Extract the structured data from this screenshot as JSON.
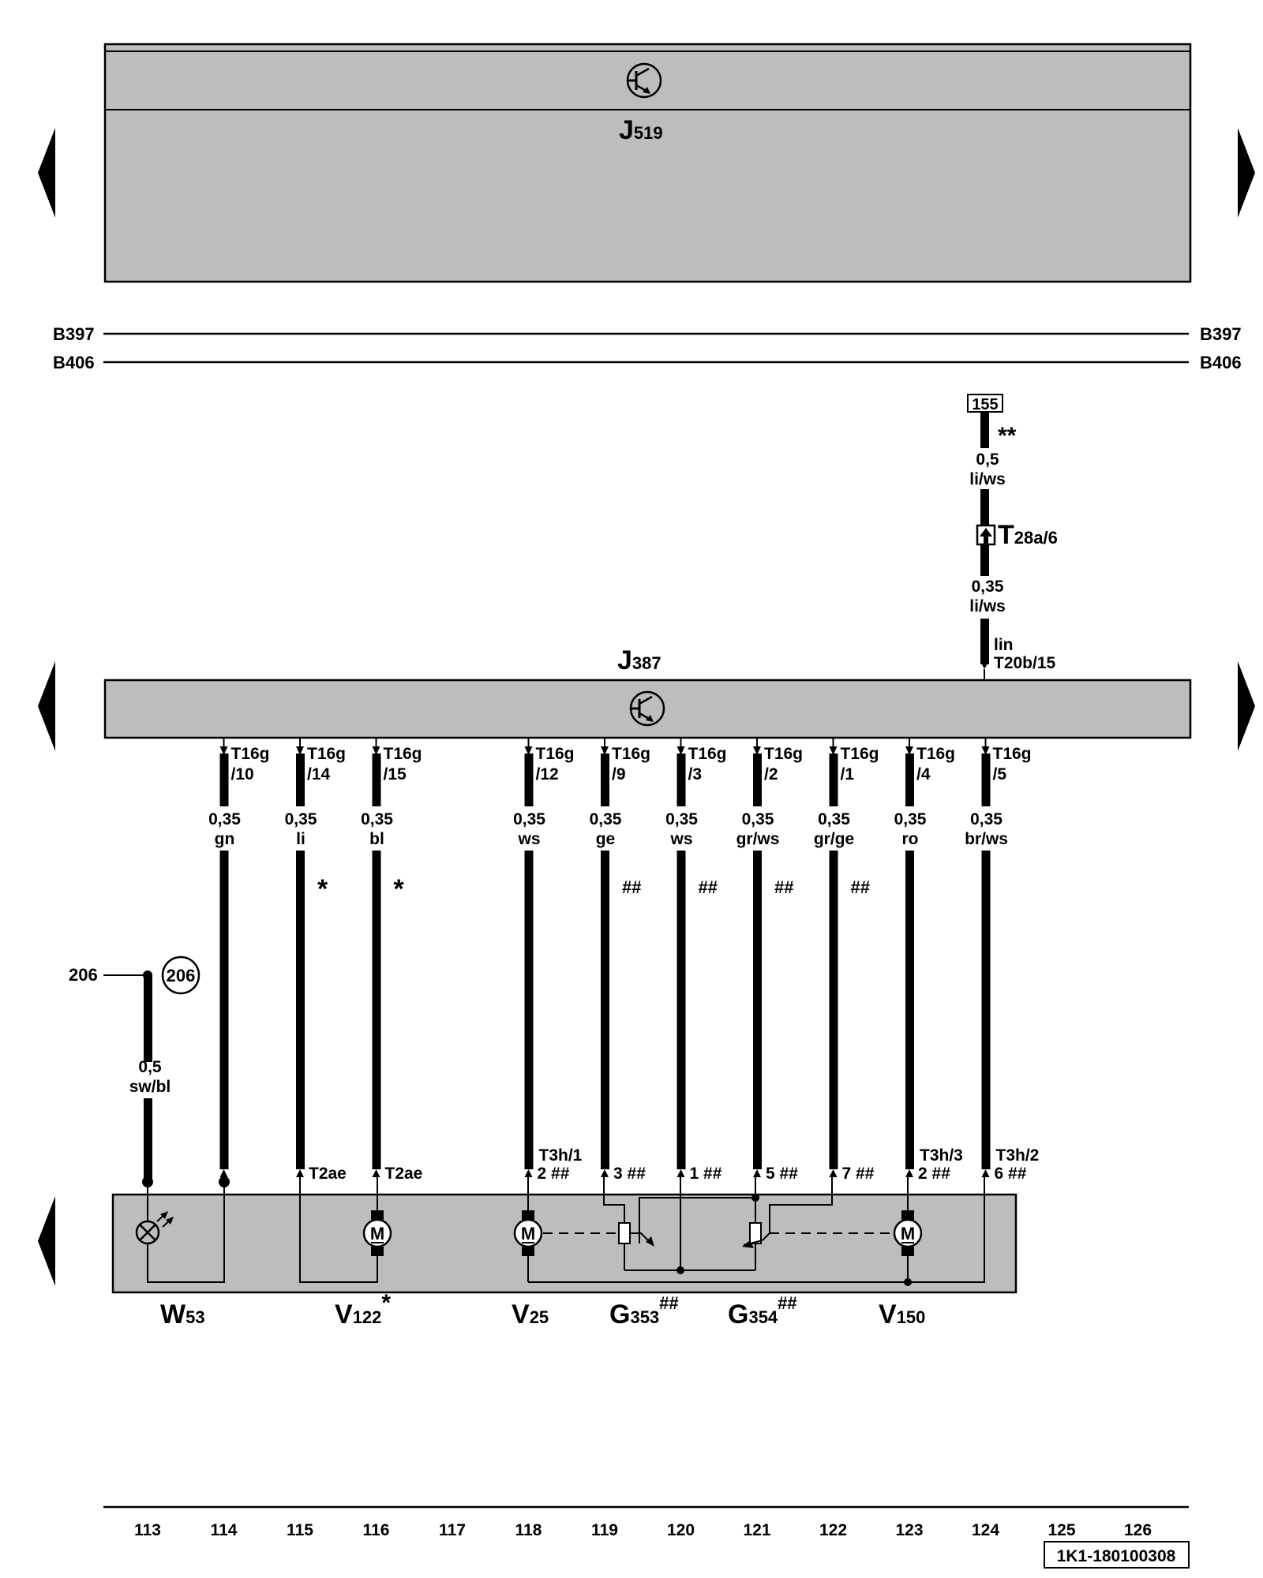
{
  "top_module": {
    "name": "J",
    "sub": "519"
  },
  "middle_module": {
    "name": "J",
    "sub": "387"
  },
  "buses": [
    {
      "label": "B397"
    },
    {
      "label": "B406"
    }
  ],
  "lin_feed": {
    "ref_box": "155",
    "marker": "**",
    "upper_size": "0,5",
    "upper_color": "li/ws",
    "connector_name": "T",
    "connector_sub": "28a/6",
    "lower_size": "0,35",
    "lower_color": "li/ws",
    "pin_label_1": "lin",
    "pin_label_2": "T20b/15"
  },
  "wires": [
    {
      "track": 114,
      "pin_1": "T16g",
      "pin_2": "/10",
      "size": "0,35",
      "color": "gn",
      "marker": "",
      "bottom_1": "",
      "bottom_2": ""
    },
    {
      "track": 115,
      "pin_1": "T16g",
      "pin_2": "/14",
      "size": "0,35",
      "color": "li",
      "marker": "*",
      "bottom_1": "",
      "bottom_2": "T2ae"
    },
    {
      "track": 116,
      "pin_1": "T16g",
      "pin_2": "/15",
      "size": "0,35",
      "color": "bl",
      "marker": "*",
      "bottom_1": "",
      "bottom_2": "T2ae"
    },
    {
      "track": 118,
      "pin_1": "T16g",
      "pin_2": "/12",
      "size": "0,35",
      "color": "ws",
      "marker": "",
      "bottom_1": "T3h/1",
      "bottom_2": "2 ##"
    },
    {
      "track": 119,
      "pin_1": "T16g",
      "pin_2": "/9",
      "size": "0,35",
      "color": "ge",
      "marker": "##",
      "bottom_1": "",
      "bottom_2": "3 ##"
    },
    {
      "track": 120,
      "pin_1": "T16g",
      "pin_2": "/3",
      "size": "0,35",
      "color": "ws",
      "marker": "##",
      "bottom_1": "",
      "bottom_2": "1 ##"
    },
    {
      "track": 121,
      "pin_1": "T16g",
      "pin_2": "/2",
      "size": "0,35",
      "color": "gr/ws",
      "marker": "##",
      "bottom_1": "",
      "bottom_2": "5 ##"
    },
    {
      "track": 122,
      "pin_1": "T16g",
      "pin_2": "/1",
      "size": "0,35",
      "color": "gr/ge",
      "marker": "##",
      "bottom_1": "",
      "bottom_2": "7 ##"
    },
    {
      "track": 123,
      "pin_1": "T16g",
      "pin_2": "/4",
      "size": "0,35",
      "color": "ro",
      "marker": "",
      "bottom_1": "T3h/3",
      "bottom_2": "2 ##"
    },
    {
      "track": 124,
      "pin_1": "T16g",
      "pin_2": "/5",
      "size": "0,35",
      "color": "br/ws",
      "marker": "",
      "bottom_1": "T3h/2",
      "bottom_2": "6 ##"
    }
  ],
  "ground_feed": {
    "label": "206",
    "circle": "206",
    "size": "0,5",
    "color": "sw/bl"
  },
  "components": [
    {
      "name": "W",
      "sub": "53",
      "sup": ""
    },
    {
      "name": "V",
      "sub": "122",
      "sup": "*"
    },
    {
      "name": "V",
      "sub": "25",
      "sup": ""
    },
    {
      "name": "G",
      "sub": "353",
      "sup": "##"
    },
    {
      "name": "G",
      "sub": "354",
      "sup": "##"
    },
    {
      "name": "V",
      "sub": "150",
      "sup": ""
    }
  ],
  "motor_letter": "M",
  "track_numbers": [
    "113",
    "114",
    "115",
    "116",
    "117",
    "118",
    "119",
    "120",
    "121",
    "122",
    "123",
    "124",
    "125",
    "126"
  ],
  "doc_id": "1K1-180100308",
  "colors": {
    "module_fill": "#bdbdbd",
    "line": "#000000",
    "page": "#ffffff"
  }
}
